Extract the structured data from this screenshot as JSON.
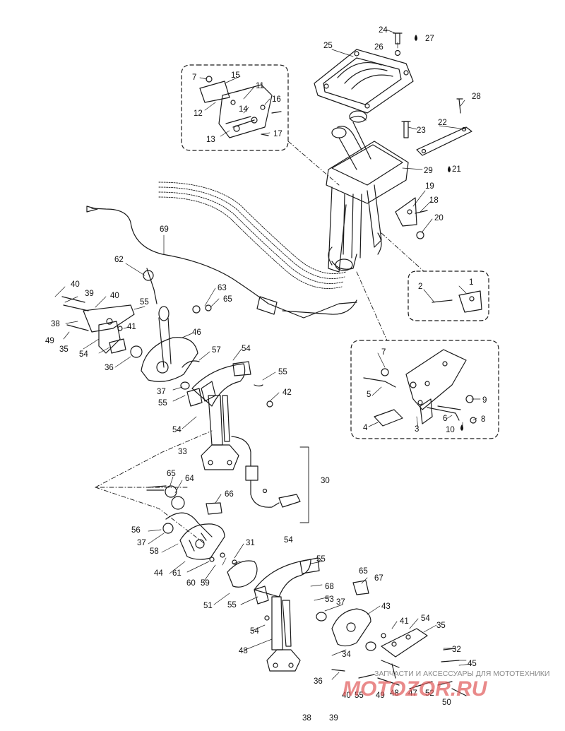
{
  "diagram": {
    "callouts": [
      {
        "label": "24"
      },
      {
        "label": "27"
      },
      {
        "label": "25"
      },
      {
        "label": "26"
      },
      {
        "label": "7"
      },
      {
        "label": "15"
      },
      {
        "label": "11"
      },
      {
        "label": "16"
      },
      {
        "label": "14"
      },
      {
        "label": "12"
      },
      {
        "label": "13"
      },
      {
        "label": "17"
      },
      {
        "label": "28"
      },
      {
        "label": "22"
      },
      {
        "label": "23"
      },
      {
        "label": "29"
      },
      {
        "label": "21"
      },
      {
        "label": "19"
      },
      {
        "label": "18"
      },
      {
        "label": "20"
      },
      {
        "label": "69"
      },
      {
        "label": "62"
      },
      {
        "label": "1"
      },
      {
        "label": "2"
      },
      {
        "label": "40"
      },
      {
        "label": "39"
      },
      {
        "label": "40"
      },
      {
        "label": "55"
      },
      {
        "label": "63"
      },
      {
        "label": "65"
      },
      {
        "label": "38"
      },
      {
        "label": "41"
      },
      {
        "label": "49"
      },
      {
        "label": "35"
      },
      {
        "label": "54"
      },
      {
        "label": "46"
      },
      {
        "label": "36"
      },
      {
        "label": "57"
      },
      {
        "label": "54"
      },
      {
        "label": "7"
      },
      {
        "label": "55"
      },
      {
        "label": "37"
      },
      {
        "label": "55"
      },
      {
        "label": "42"
      },
      {
        "label": "5"
      },
      {
        "label": "9"
      },
      {
        "label": "6"
      },
      {
        "label": "8"
      },
      {
        "label": "4"
      },
      {
        "label": "3"
      },
      {
        "label": "10"
      },
      {
        "label": "54"
      },
      {
        "label": "33"
      },
      {
        "label": "30"
      },
      {
        "label": "65"
      },
      {
        "label": "64"
      },
      {
        "label": "66"
      },
      {
        "label": "56"
      },
      {
        "label": "37"
      },
      {
        "label": "58"
      },
      {
        "label": "54"
      },
      {
        "label": "31"
      },
      {
        "label": "44"
      },
      {
        "label": "61"
      },
      {
        "label": "60"
      },
      {
        "label": "59"
      },
      {
        "label": "55"
      },
      {
        "label": "65"
      },
      {
        "label": "67"
      },
      {
        "label": "68"
      },
      {
        "label": "53"
      },
      {
        "label": "51"
      },
      {
        "label": "55"
      },
      {
        "label": "37"
      },
      {
        "label": "43"
      },
      {
        "label": "54"
      },
      {
        "label": "41"
      },
      {
        "label": "54"
      },
      {
        "label": "35"
      },
      {
        "label": "48"
      },
      {
        "label": "32"
      },
      {
        "label": "34"
      },
      {
        "label": "45"
      },
      {
        "label": "36"
      },
      {
        "label": "40"
      },
      {
        "label": "55"
      },
      {
        "label": "49"
      },
      {
        "label": "48"
      },
      {
        "label": "47"
      },
      {
        "label": "52"
      },
      {
        "label": "50"
      },
      {
        "label": "38"
      },
      {
        "label": "39"
      }
    ]
  },
  "watermark": {
    "caption": "ЗАПЧАСТИ И АКСЕССУАРЫ ДЛЯ МОТОТЕХНИКИ",
    "logo_text": "MOTOZOR.RU"
  }
}
